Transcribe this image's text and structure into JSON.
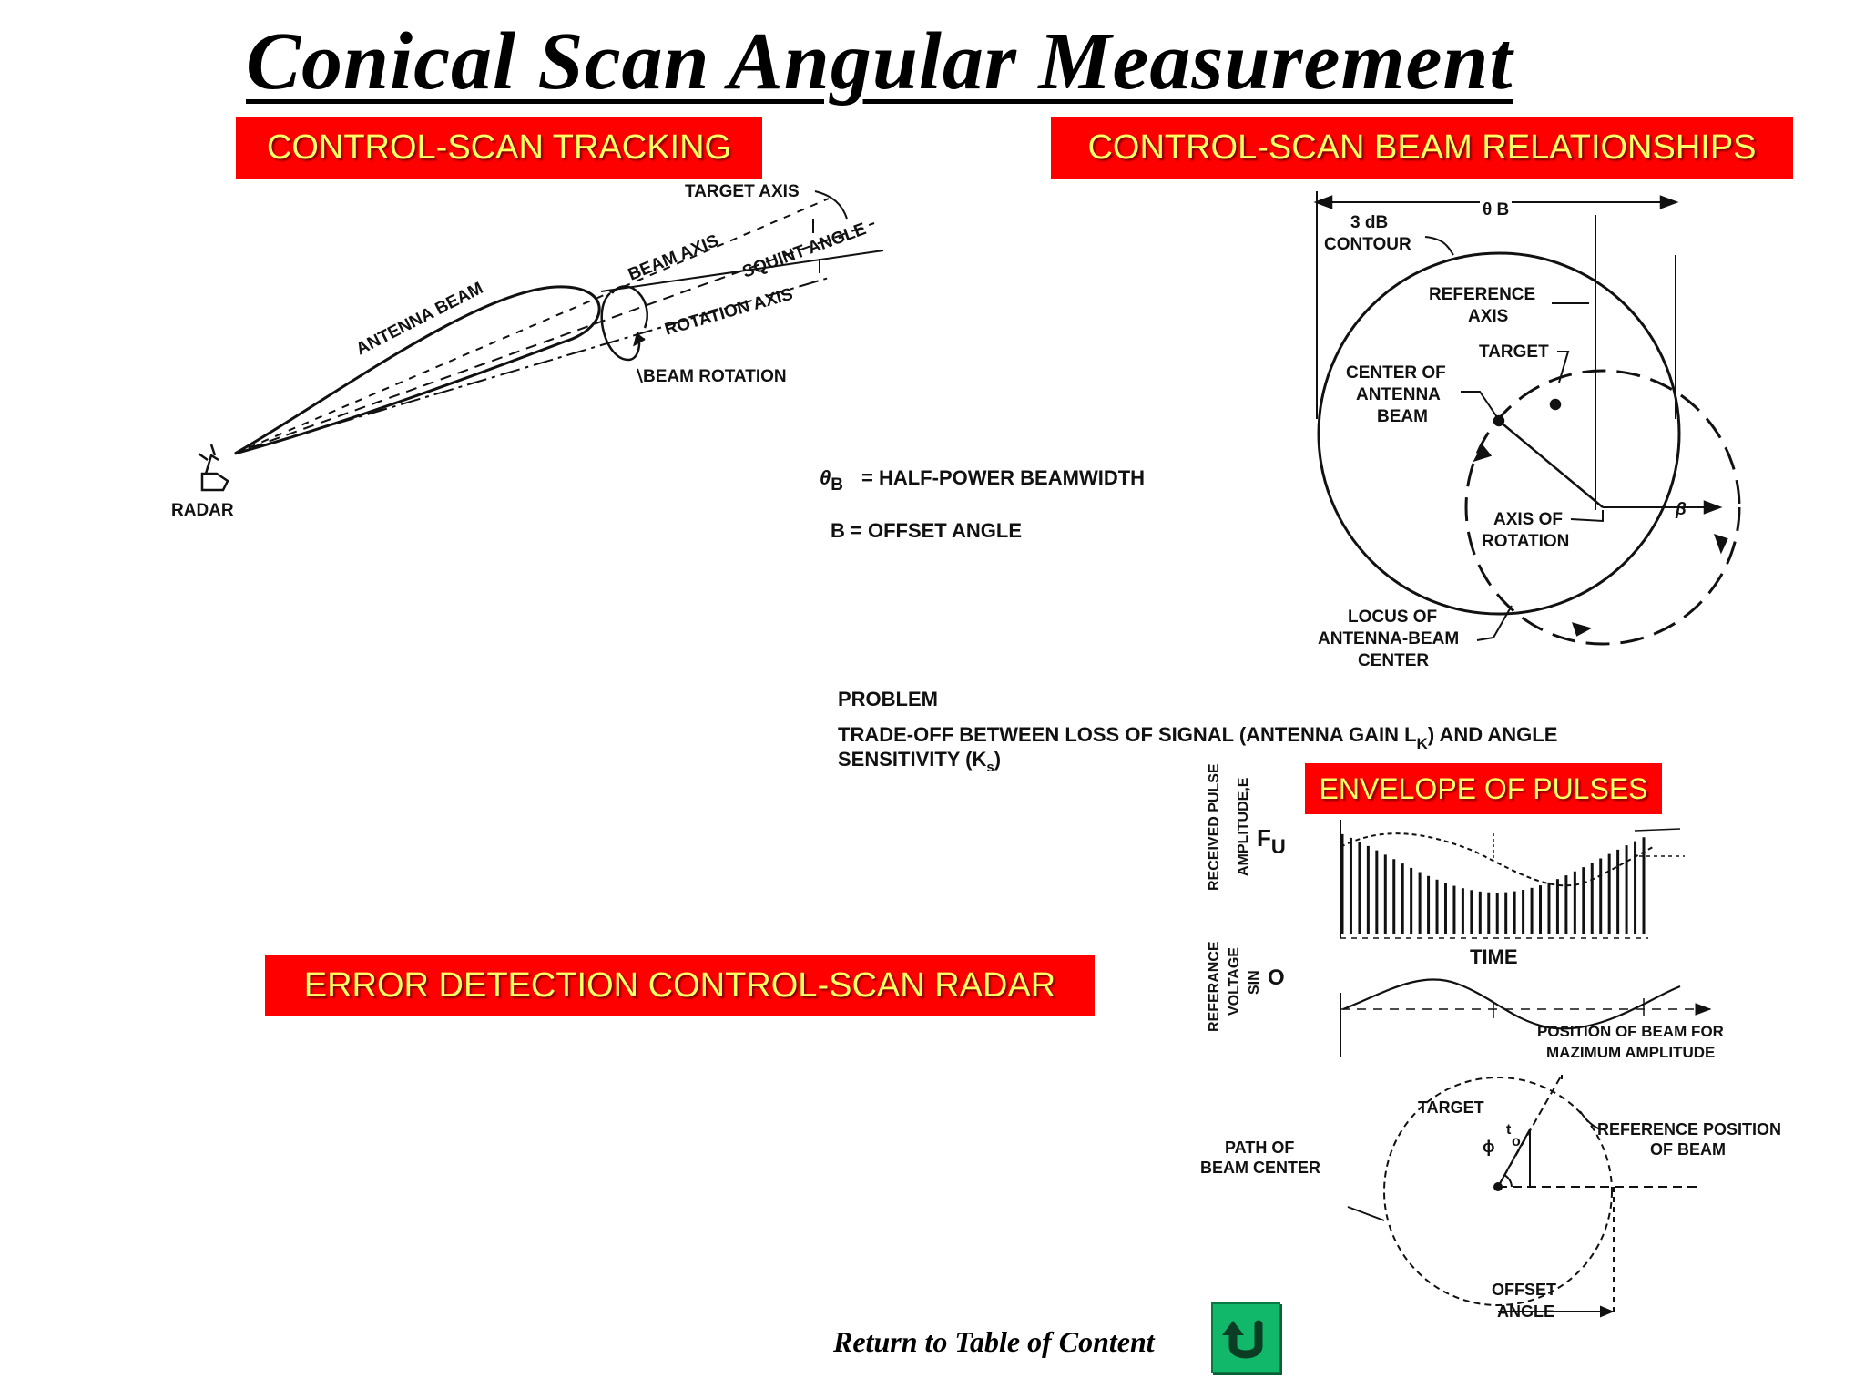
{
  "slide": {
    "title": "Conical Scan Angular Measurement",
    "colors": {
      "box_bg": "#ff0000",
      "box_text": "#ffff66",
      "button": "#11b86a"
    }
  },
  "boxes": {
    "tracking": "CONTROL-SCAN TRACKING",
    "beam_relationships": "CONTROL-SCAN BEAM RELATIONSHIPS",
    "error_detection": "ERROR DETECTION CONTROL-SCAN RADAR",
    "envelope": "ENVELOPE OF PULSES"
  },
  "tracking_diagram": {
    "radar": "RADAR",
    "antenna_beam": "ANTENNA BEAM",
    "beam_axis": "BEAM AXIS",
    "target_axis": "TARGET AXIS",
    "squint_angle": "SQUINT ANGLE",
    "rotation_axis": "ROTATION AXIS",
    "beam_rotation": "BEAM ROTATION"
  },
  "legend": {
    "theta_symbol": "θ",
    "theta_sub": "B",
    "half_power": "= HALF-POWER BEAMWIDTH",
    "offset": "B  =  OFFSET ANGLE"
  },
  "beam_relationship_diagram": {
    "theta_b": "θ B",
    "contour_line1": "3 dB",
    "contour_line2": "CONTOUR",
    "ref_axis_line1": "REFERENCE",
    "ref_axis_line2": "AXIS",
    "target": "TARGET",
    "center_line1": "CENTER OF",
    "center_line2": "ANTENNA",
    "center_line3": "BEAM",
    "axis_rot_line1": "AXIS OF",
    "axis_rot_line2": "ROTATION",
    "locus_line1": "LOCUS OF",
    "locus_line2": "ANTENNA-BEAM",
    "locus_line3": "CENTER",
    "beta": "β"
  },
  "problem": {
    "heading": "PROBLEM",
    "line1_prefix": "TRADE-OFF BETWEEN LOSS OF SIGNAL (ANTENNA GAIN L",
    "line1_sub": "K",
    "line1_suffix": ") AND ANGLE",
    "line2_prefix": "SENSITIVITY (K",
    "line2_sub": "s",
    "line2_suffix": ")"
  },
  "envelope_diagram": {
    "received_line1": "RECEIVED PULSE",
    "received_line2": "AMPLITUDE,E",
    "fu_main": "F",
    "fu_sub": "U",
    "reference_line1": "REFERANCE",
    "reference_line2": "VOLTAGE",
    "reference_line3": "SIN",
    "zero": "O",
    "time": "TIME",
    "position_line1": "POSITION OF BEAM FOR",
    "position_line2": "MAZIMUM AMPLITUDE"
  },
  "error_diagram": {
    "target": "TARGET",
    "path_line1": "PATH OF",
    "path_line2": "BEAM CENTER",
    "ref_pos_line1": "REFERENCE POSITION",
    "ref_pos_line2": "OF BEAM",
    "offset_line1": "OFFSET",
    "offset_line2": "ANGLE",
    "phi": "ϕ",
    "t": "t",
    "o": "o"
  },
  "footer": {
    "return_text": "Return to Table of Content",
    "return_icon": "u-turn-arrow-icon"
  }
}
